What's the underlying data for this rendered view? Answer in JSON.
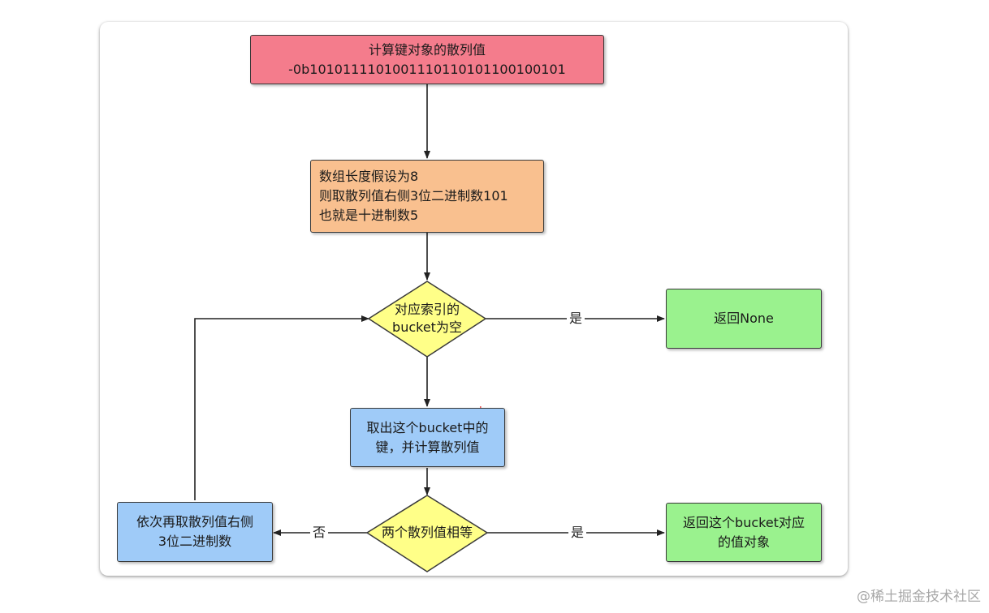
{
  "nodes": {
    "hash": {
      "line1": "计算键对象的散列值",
      "line2": "-0b101011110100111011010110010010 1"
    },
    "mask": {
      "line1": "数组长度假设为8",
      "line2": "则取散列值右侧3位二进制数101",
      "line3": "也就是十进制数5"
    },
    "empty_check": {
      "line1": "对应索引的",
      "line2": "bucket为空"
    },
    "return_none": {
      "label": "返回None"
    },
    "take_key": {
      "line1": "取出这个bucket中的",
      "line2": "键，并计算散列值"
    },
    "equal_check": {
      "label": "两个散列值相等"
    },
    "return_value": {
      "line1": "返回这个bucket对应",
      "line2": "的值对象"
    },
    "next_bits": {
      "line1": "依次再取散列值右侧",
      "line2": "3位二进制数"
    }
  },
  "edge_labels": {
    "yes_top": "是",
    "yes_bottom": "是",
    "no": "否"
  },
  "watermark": "@稀土掘金技术社区"
}
